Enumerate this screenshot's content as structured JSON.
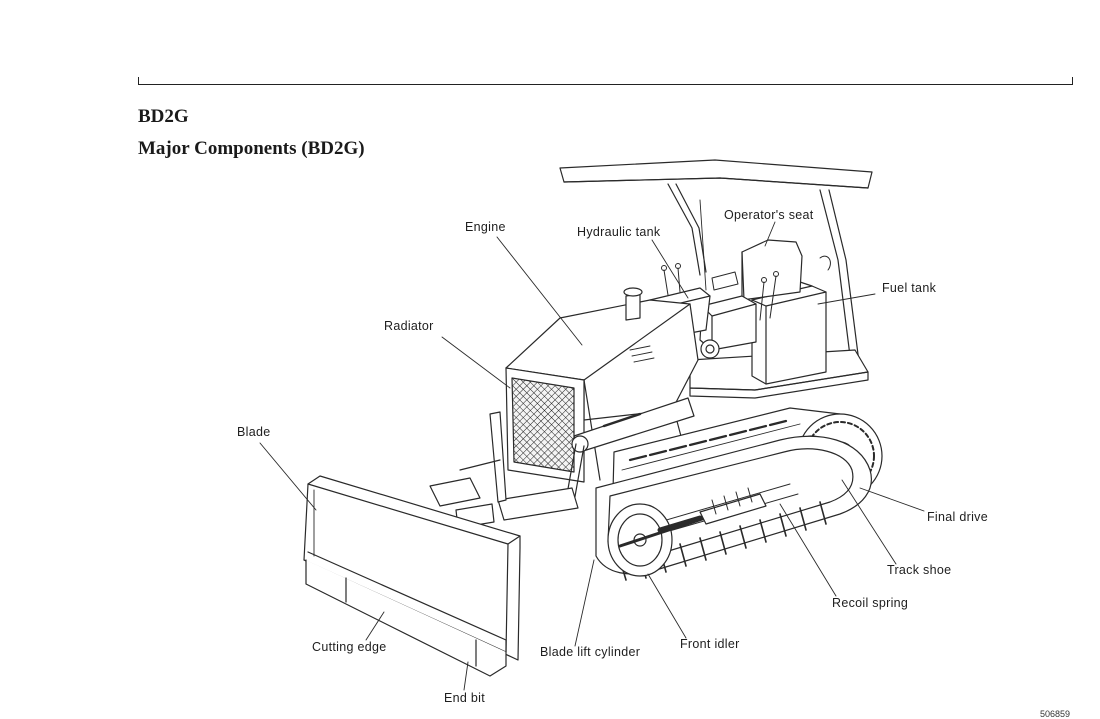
{
  "header": {
    "model": "BD2G",
    "section_title": "Major Components (BD2G)"
  },
  "labels": {
    "engine": "Engine",
    "hydraulic_tank": "Hydraulic tank",
    "operators_seat": "Operator's seat",
    "fuel_tank": "Fuel tank",
    "radiator": "Radiator",
    "blade": "Blade",
    "final_drive": "Final drive",
    "track_shoe": "Track shoe",
    "recoil_spring": "Recoil spring",
    "front_idler": "Front idler",
    "blade_lift_cylinder": "Blade lift cylinder",
    "cutting_edge": "Cutting edge",
    "end_bit": "End bit"
  },
  "footer": {
    "code": "506859"
  }
}
